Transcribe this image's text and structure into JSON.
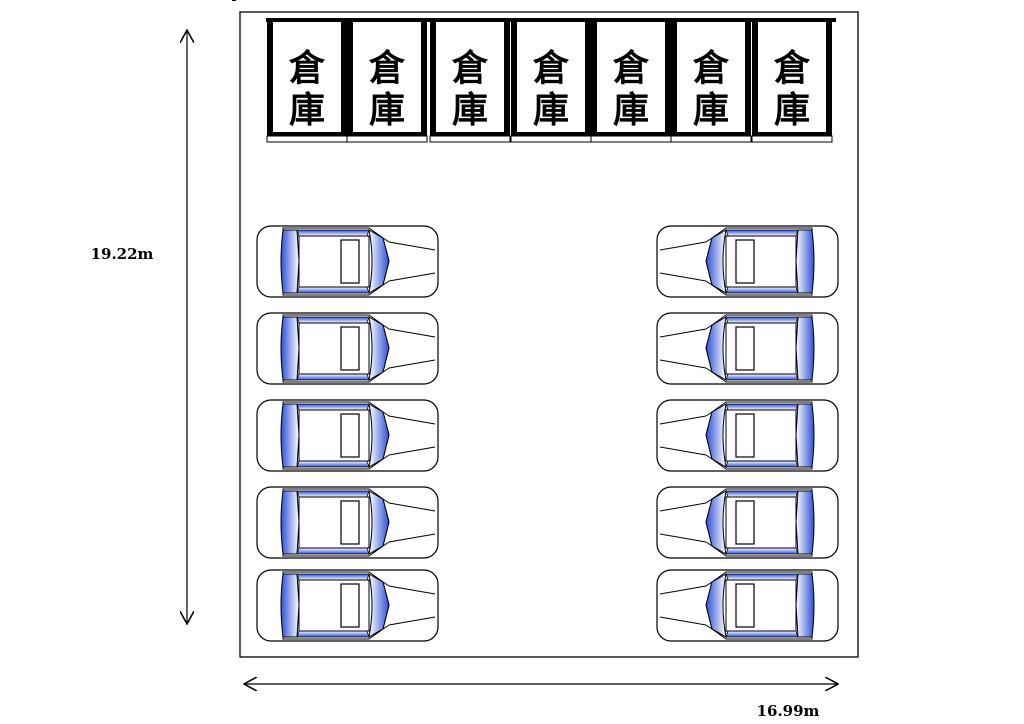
{
  "labels": {
    "height": "19.22m",
    "width": "16.99m",
    "warehouse_line1": "倉",
    "warehouse_line2": "庫"
  },
  "warehouses": {
    "count": 7
  },
  "parking": {
    "left_column_spaces": 5,
    "right_column_spaces": 5
  },
  "colors": {
    "line": "#000000",
    "glass_blue": "#2a4fd8",
    "glass_light": "#ffffff",
    "background": "#ffffff"
  }
}
